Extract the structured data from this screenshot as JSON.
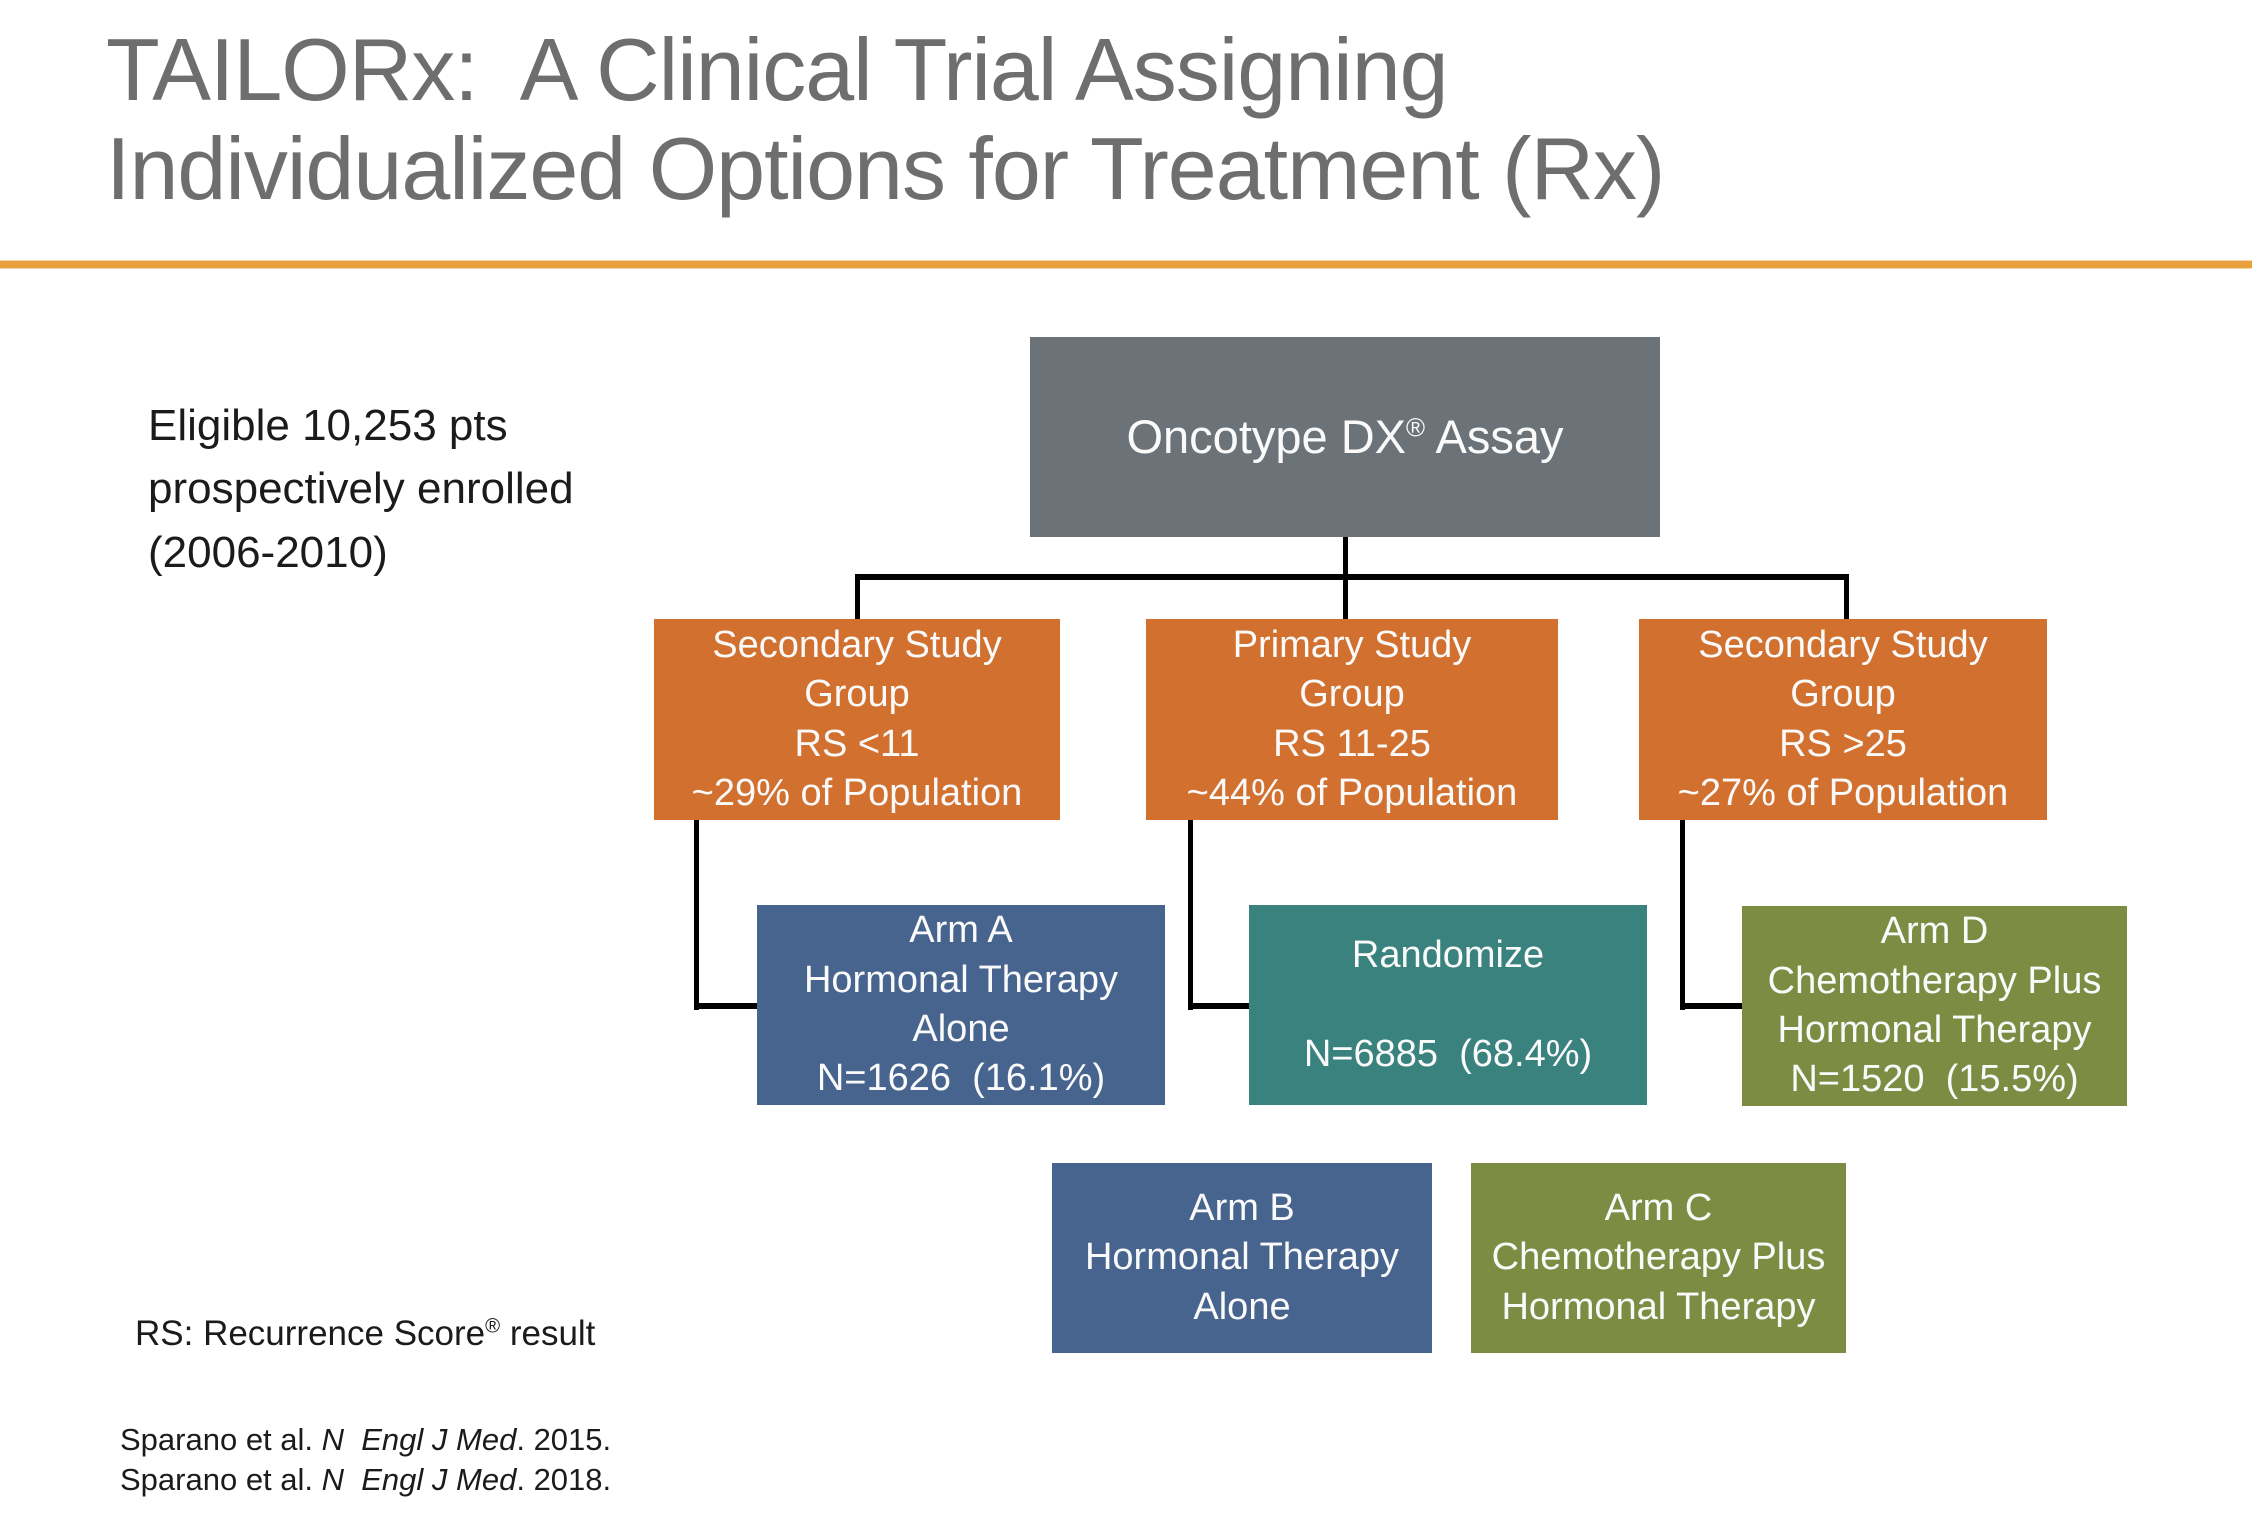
{
  "title": {
    "line1": "TAILORx:  A Clinical Trial Assigning",
    "line2": "Individualized Options for Treatment (Rx)"
  },
  "enrollment_note": {
    "line1": "Eligible 10,253 pts",
    "line2": "prospectively enrolled",
    "line3": "(2006-2010)"
  },
  "flowchart": {
    "root_box": {
      "text_prefix": "Oncotype DX",
      "registered_mark": "®",
      "text_suffix": " Assay"
    },
    "group_boxes": [
      {
        "lines": [
          "Secondary Study",
          "Group",
          "RS <11",
          "~29% of Population"
        ]
      },
      {
        "lines": [
          "Primary Study",
          "Group",
          "RS 11-25",
          "~44% of Population"
        ]
      },
      {
        "lines": [
          "Secondary Study",
          "Group",
          "RS >25",
          "~27% of Population"
        ]
      }
    ],
    "arm_boxes": {
      "arm_a": {
        "lines": [
          "Arm A",
          "Hormonal Therapy",
          "Alone",
          "N=1626  (16.1%)"
        ]
      },
      "randomize": {
        "lines": [
          "Randomize",
          "",
          "N=6885  (68.4%)"
        ]
      },
      "arm_d": {
        "lines": [
          "Arm D",
          "Chemotherapy Plus",
          "Hormonal Therapy",
          "N=1520  (15.5%)"
        ]
      },
      "arm_b": {
        "lines": [
          "Arm B",
          "Hormonal Therapy",
          "Alone"
        ]
      },
      "arm_c": {
        "lines": [
          "Arm C",
          "Chemotherapy Plus",
          "Hormonal Therapy"
        ]
      }
    }
  },
  "footnotes": {
    "rs_prefix": "RS: Recurrence Score",
    "rs_mark": "®",
    "rs_suffix": " result",
    "citation1_prefix": "Sparano et al. ",
    "citation1_journal": "N  Engl J Med",
    "citation1_suffix": ". 2015.",
    "citation2_prefix": "Sparano et al. ",
    "citation2_journal": "N  Engl J Med",
    "citation2_suffix": ". 2018."
  },
  "colors": {
    "title_gray": "#6e6e6e",
    "divider_orange": "#e8a13c",
    "root_slate": "#6b7378",
    "group_orange": "#d2712f",
    "arm_blue": "#47648f",
    "randomize_teal": "#3a827e",
    "arm_olive": "#7d8c43",
    "connector_black": "#000000",
    "box_text_white": "#fafafa",
    "body_text_black": "#1b1b1b"
  }
}
